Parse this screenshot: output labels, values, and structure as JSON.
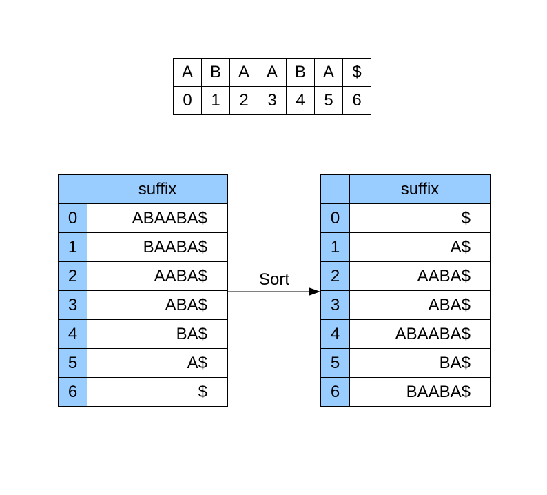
{
  "string_table": {
    "chars": [
      "A",
      "B",
      "A",
      "A",
      "B",
      "A",
      "$"
    ],
    "indices": [
      "0",
      "1",
      "2",
      "3",
      "4",
      "5",
      "6"
    ]
  },
  "left_table": {
    "header": "suffix",
    "rows": [
      {
        "index": "0",
        "suffix": "ABAABA$"
      },
      {
        "index": "1",
        "suffix": "BAABA$"
      },
      {
        "index": "2",
        "suffix": "AABA$"
      },
      {
        "index": "3",
        "suffix": "ABA$"
      },
      {
        "index": "4",
        "suffix": "BA$"
      },
      {
        "index": "5",
        "suffix": "A$"
      },
      {
        "index": "6",
        "suffix": "$"
      }
    ]
  },
  "arrow": {
    "label": "Sort"
  },
  "right_table": {
    "header": "suffix",
    "rows": [
      {
        "index": "0",
        "suffix": "$"
      },
      {
        "index": "1",
        "suffix": "A$"
      },
      {
        "index": "2",
        "suffix": "AABA$"
      },
      {
        "index": "3",
        "suffix": "ABA$"
      },
      {
        "index": "4",
        "suffix": "ABAABA$"
      },
      {
        "index": "5",
        "suffix": "BA$"
      },
      {
        "index": "6",
        "suffix": "BAABA$"
      }
    ]
  },
  "colors": {
    "header_fill": "#99ccff",
    "border": "#000000"
  }
}
